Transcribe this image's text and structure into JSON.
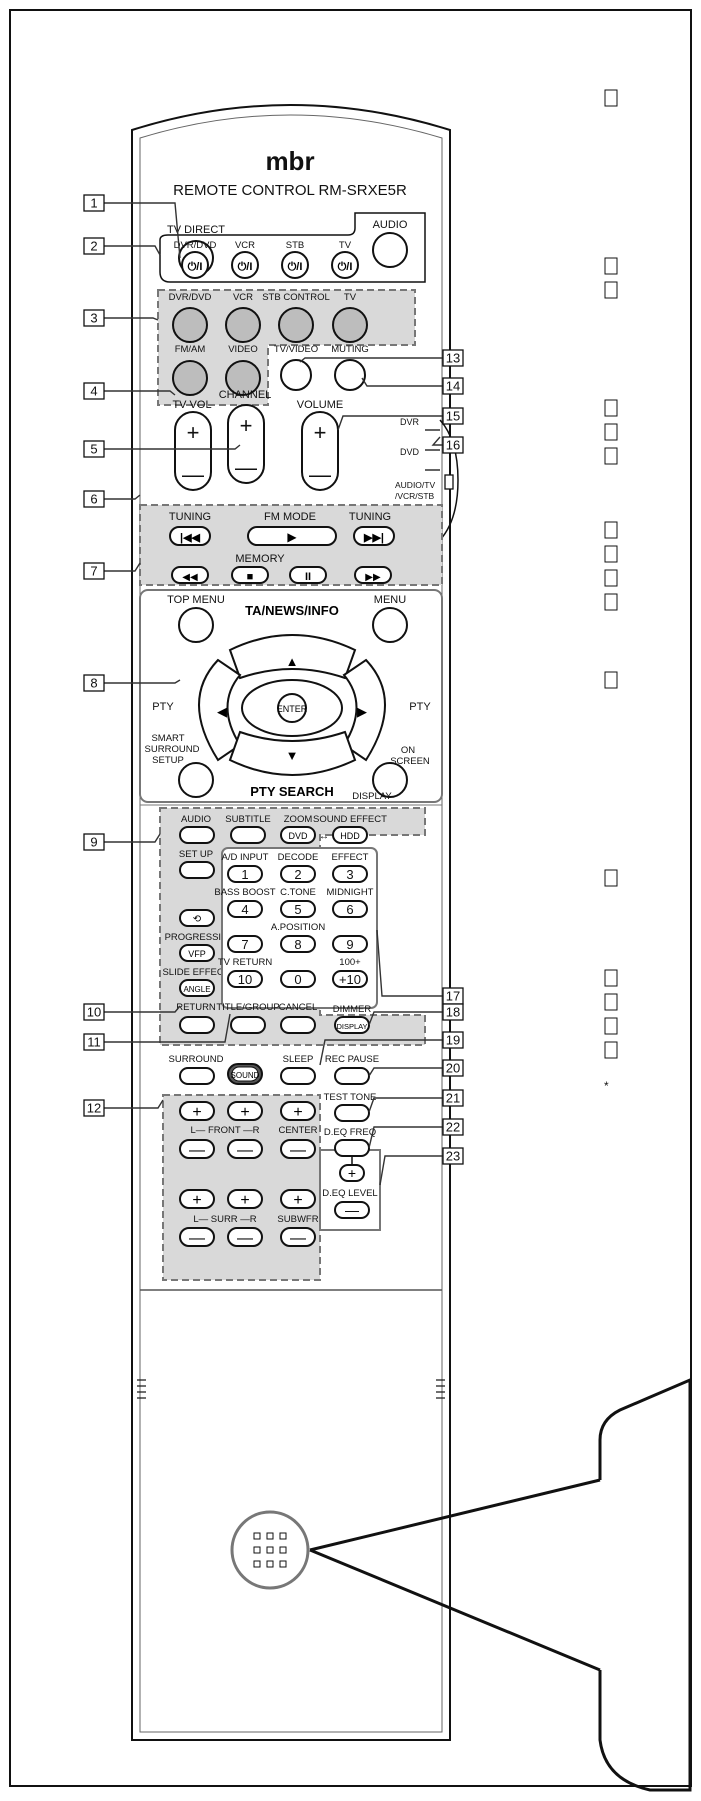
{
  "logo": "mbr",
  "model": "REMOTE CONTROL RM-SRXE5R",
  "callouts": [
    "1",
    "2",
    "3",
    "4",
    "5",
    "6",
    "7",
    "8",
    "9",
    "10",
    "11",
    "12",
    "13",
    "14",
    "15",
    "16",
    "17",
    "18",
    "19",
    "20",
    "21",
    "22",
    "23"
  ],
  "labels": {
    "tv_direct": "TV DIRECT",
    "audio": "AUDIO",
    "pwr_dvrdvd": "DVR/DVD",
    "pwr_vcr": "VCR",
    "pwr_stb": "STB",
    "pwr_tv": "TV",
    "src_dvrdvd": "DVR/DVD",
    "src_vcr": "VCR",
    "src_stb": "STB CONTROL",
    "src_tv": "TV",
    "src_fmam": "FM/AM",
    "src_video": "VIDEO",
    "tv_video": "TV/VIDEO",
    "muting": "MUTING",
    "tv_vol": "TV VOL",
    "channel": "CHANNEL",
    "volume": "VOLUME",
    "dvr": "DVR",
    "dvd": "DVD",
    "audio_tv": "AUDIO/TV",
    "vcr_stb": "/VCR/STB",
    "tuning_minus": "TUNING",
    "fm_mode": "FM MODE",
    "tuning_plus": "TUNING",
    "memory": "MEMORY",
    "top_menu": "TOP MENU",
    "menu": "MENU",
    "ta_news": "TA/NEWS/INFO",
    "pty": "PTY",
    "enter": "ENTER",
    "pty_search": "PTY SEARCH",
    "smart_surround": "SMART",
    "surround_setup": "SURROUND",
    "setup": "SETUP",
    "on": "ON",
    "screen": "SCREEN",
    "display": "DISPLAY",
    "audio_btn": "AUDIO",
    "subtitle": "SUBTITLE",
    "zoom": "ZOOM",
    "sound_effect": "SOUND EFFECT",
    "hdd": "HDD",
    "set_up": "SET UP",
    "ad_input": "A/D INPUT",
    "decode": "DECODE",
    "effect": "EFFECT",
    "bass_boost": "BASS BOOST",
    "ctone": "C.TONE",
    "midnight": "MIDNIGHT",
    "progressive": "PROGRESSIV",
    "vfp": "VFP",
    "aposition": "A.POSITION",
    "slide_effect": "SLIDE EFFECT",
    "angle": "ANGLE",
    "tv_return": "TV RETURN",
    "hundred": "100+",
    "plus10": "+10",
    "return": "RETURN",
    "title_group": "TITLE/GROUP",
    "cancel": "CANCEL",
    "dimmer": "DIMMER",
    "display_btn": "DISPLAY",
    "surround": "SURROUND",
    "sound": "SOUND",
    "sleep": "SLEEP",
    "rec_pause": "REC PAUSE",
    "test_tone": "TEST TONE",
    "front": "L— FRONT —R",
    "center": "CENTER",
    "deq_freq": "D.EQ FREQ",
    "deq_level": "D.EQ LEVEL",
    "surr": "L— SURR —R",
    "subwfr": "SUBWFR"
  },
  "digits": [
    "1",
    "2",
    "3",
    "4",
    "5",
    "6",
    "7",
    "8",
    "9",
    "10",
    "0"
  ]
}
